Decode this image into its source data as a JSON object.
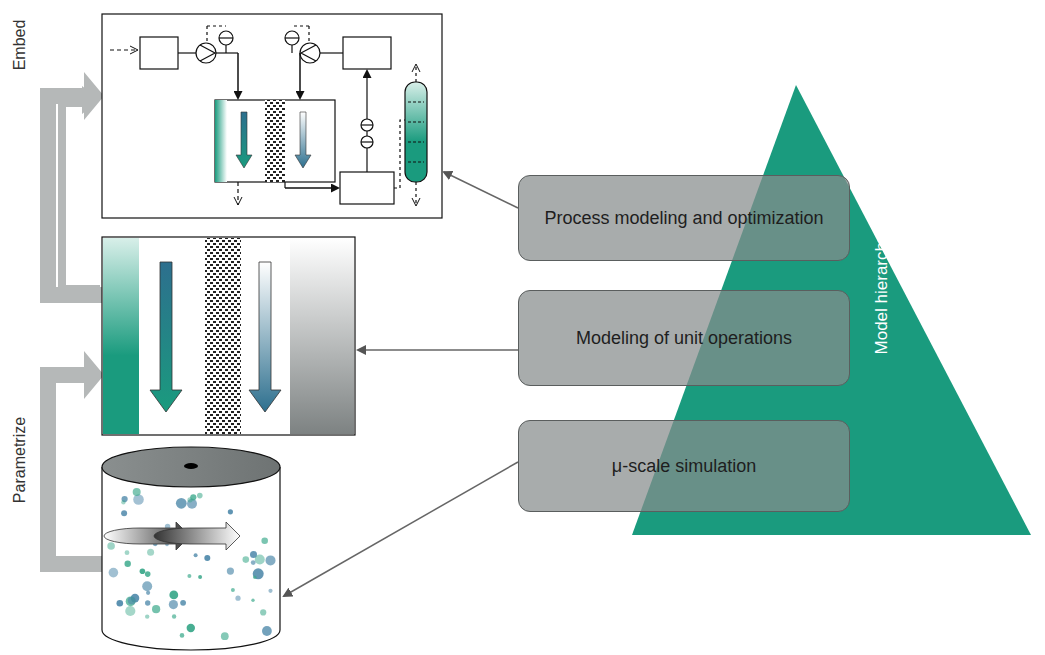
{
  "diagram": {
    "nodes": [
      {
        "text": [
          "Process modeling and optimization"
        ]
      },
      {
        "text": [
          "Modeling of unit operations"
        ]
      },
      {
        "text": [
          "μ-scale simulation"
        ]
      },
      {
        "text": [
          "Model hierarchy"
        ]
      }
    ],
    "labels": [
      "Embed",
      "Parametrize"
    ]
  }
}
